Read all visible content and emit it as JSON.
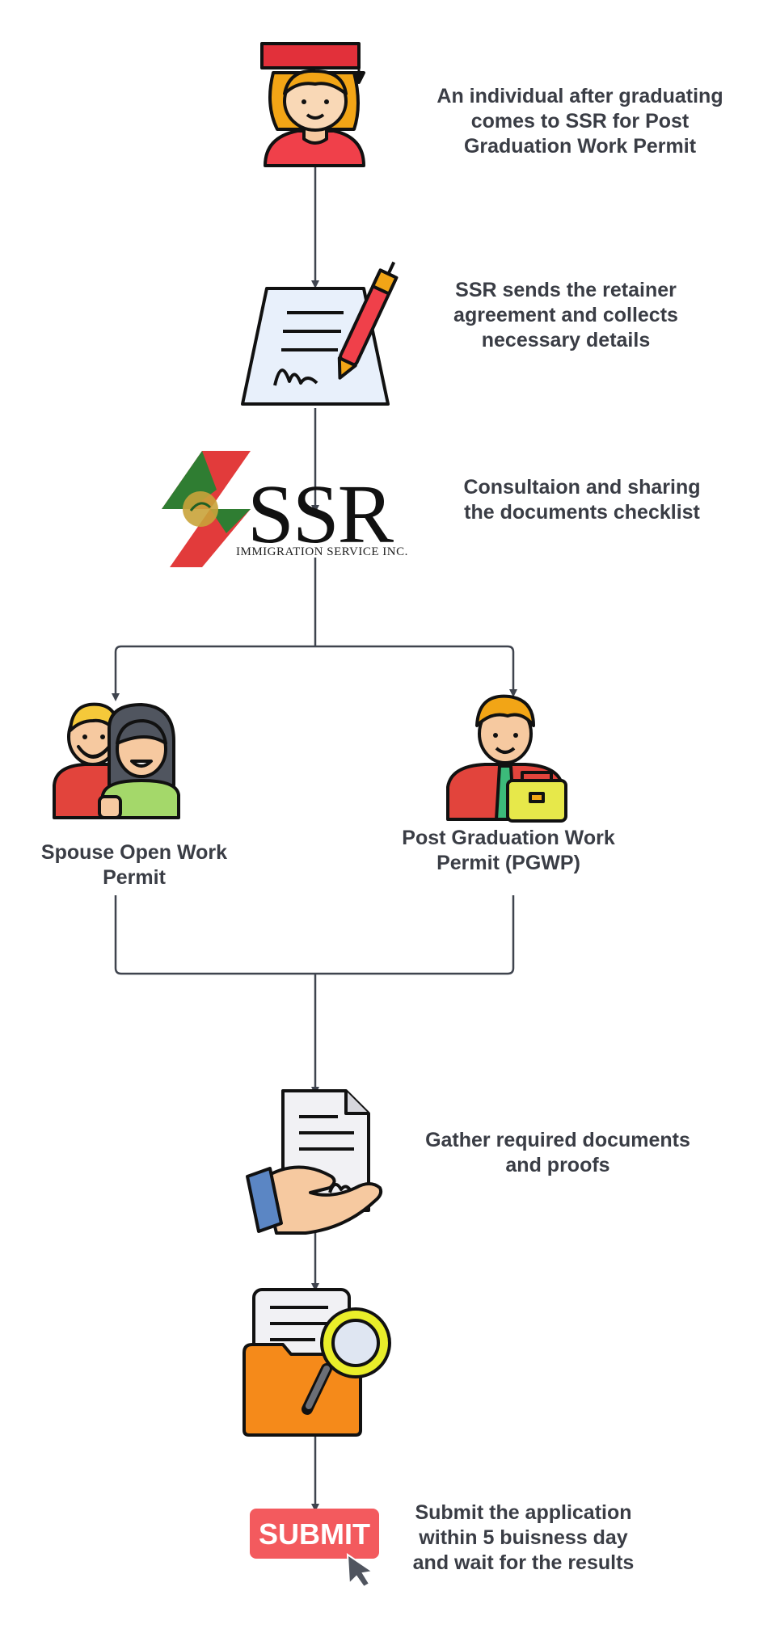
{
  "steps": {
    "graduate": "An individual after graduating comes to SSR for Post Graduation Work Permit",
    "retainer": "SSR sends the retainer agreement and collects necessary details",
    "consultation": "Consultaion and sharing the documents checklist",
    "gather": "Gather required documents and proofs",
    "submit_step": "Submit the application within 5 buisness day and wait for the results"
  },
  "branches": {
    "spouse": "Spouse Open Work Permit",
    "pgwp": "Post Graduation Work Permit (PGWP)"
  },
  "logo": {
    "name": "SSR",
    "subtitle": "IMMIGRATION SERVICE INC."
  },
  "submit_button": {
    "label": "SUBMIT"
  },
  "colors": {
    "line": "#3f444e",
    "text": "#3a3d45",
    "accent_red": "#f0404a",
    "accent_orange": "#f08a1a"
  }
}
